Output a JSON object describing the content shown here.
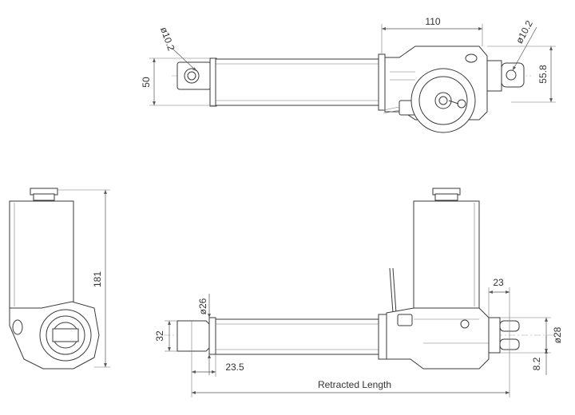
{
  "drawing": {
    "dimensions": {
      "d_110": "110",
      "d_phi10_2_left": "ø10.2",
      "d_phi10_2_right": "ø10.2",
      "d_50": "50",
      "d_55_8": "55.8",
      "d_181": "181",
      "d_phi26": "ø26",
      "d_32": "32",
      "d_23_5": "23.5",
      "d_23": "23",
      "d_phi28": "ø28",
      "d_8_2": "8.2",
      "retracted": "Retracted Length"
    }
  }
}
